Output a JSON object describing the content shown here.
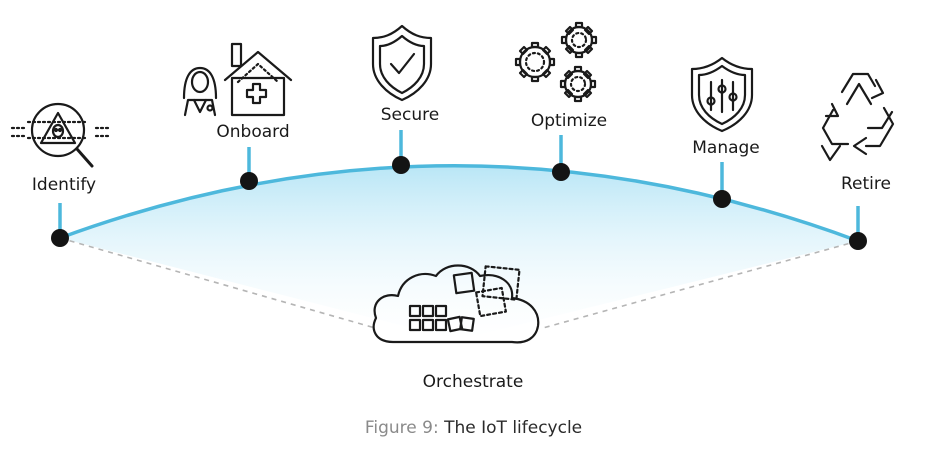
{
  "stages": [
    {
      "id": "identify",
      "label": "Identify",
      "icon": "search-alien-icon"
    },
    {
      "id": "onboard",
      "label": "Onboard",
      "icon": "doctor-house-icon"
    },
    {
      "id": "secure",
      "label": "Secure",
      "icon": "shield-check-icon"
    },
    {
      "id": "optimize",
      "label": "Optimize",
      "icon": "gears-icon"
    },
    {
      "id": "manage",
      "label": "Manage",
      "icon": "shield-sliders-icon"
    },
    {
      "id": "retire",
      "label": "Retire",
      "icon": "recycle-icon"
    }
  ],
  "center": {
    "label": "Orchestrate",
    "icon": "cloud-blocks-icon"
  },
  "caption": {
    "prefix": "Figure 9:",
    "title": "The IoT lifecycle"
  },
  "colors": {
    "arc": "#4db8dc",
    "fill_top": "#b9e6f6",
    "fill_bottom": "#ffffff",
    "dashed": "#b5b5b5",
    "dot": "#141414"
  }
}
